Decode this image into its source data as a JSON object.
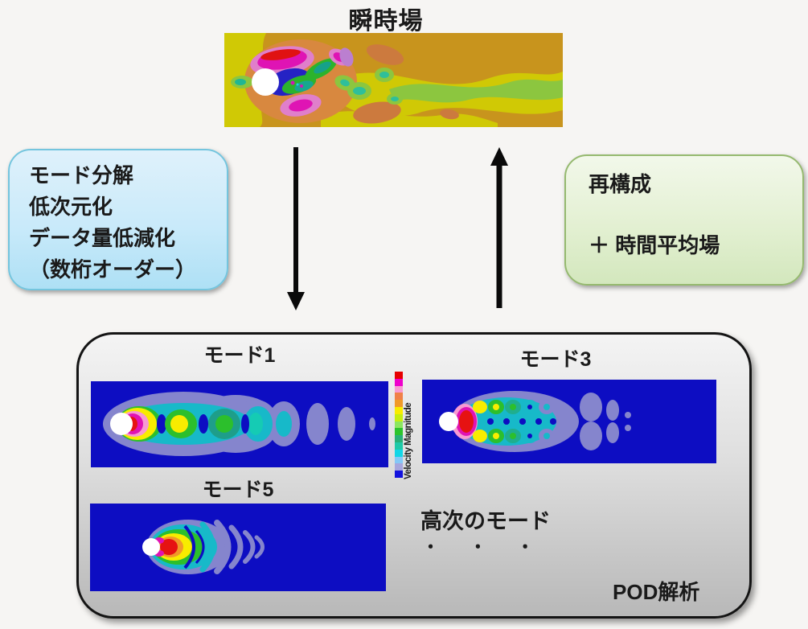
{
  "page": {
    "title": "瞬時場",
    "background": "#f6f5f3"
  },
  "left_box": {
    "lines": [
      "モード分解",
      "低次元化",
      "データ量低減化",
      "（数桁オーダー）"
    ],
    "border_color": "#74c5de",
    "fill_top": "#dff1fb",
    "fill_bottom": "#aee0f5"
  },
  "right_box": {
    "line1": "再構成",
    "line2": "＋ 時間平均場",
    "border_color": "#95b96f",
    "fill_top": "#f2f8ea",
    "fill_bottom": "#d3e7bd"
  },
  "arrows": {
    "down_color": "#0a0a0a",
    "up_color": "#0a0a0a"
  },
  "pod_box": {
    "mode1_label": "モード1",
    "mode3_label": "モード3",
    "mode5_label": "モード5",
    "higher_modes": "高次のモード",
    "dots": "・ ・ ・",
    "pod_label": "POD解析",
    "border_color": "#141414",
    "fill_top": "#f4f4f4",
    "fill_bottom": "#b8b8b8",
    "colorbar": {
      "label": "Velocity Magnitude",
      "colors": [
        "#e60000",
        "#ee00cc",
        "#f79ad2",
        "#f08048",
        "#f09a28",
        "#f8ec00",
        "#c6ee10",
        "#8ce660",
        "#2cc42c",
        "#28b078",
        "#1fc9a8",
        "#12d6e6",
        "#84c8f6",
        "#a6a6dd",
        "#1212dd"
      ]
    },
    "mode_image_background": "#0d0dc2"
  },
  "field_image_colors": {
    "base": "#c8941d",
    "yellow": "#d0c905",
    "green": "#8cc63f",
    "orange": "#cc7a3e",
    "halo": "#d8883f",
    "pink": "#e07fcb",
    "magenta": "#df14b4",
    "red": "#e01212",
    "blue": "#2522c4",
    "teal": "#2fbf9a",
    "cylinder": "#ffffff"
  }
}
